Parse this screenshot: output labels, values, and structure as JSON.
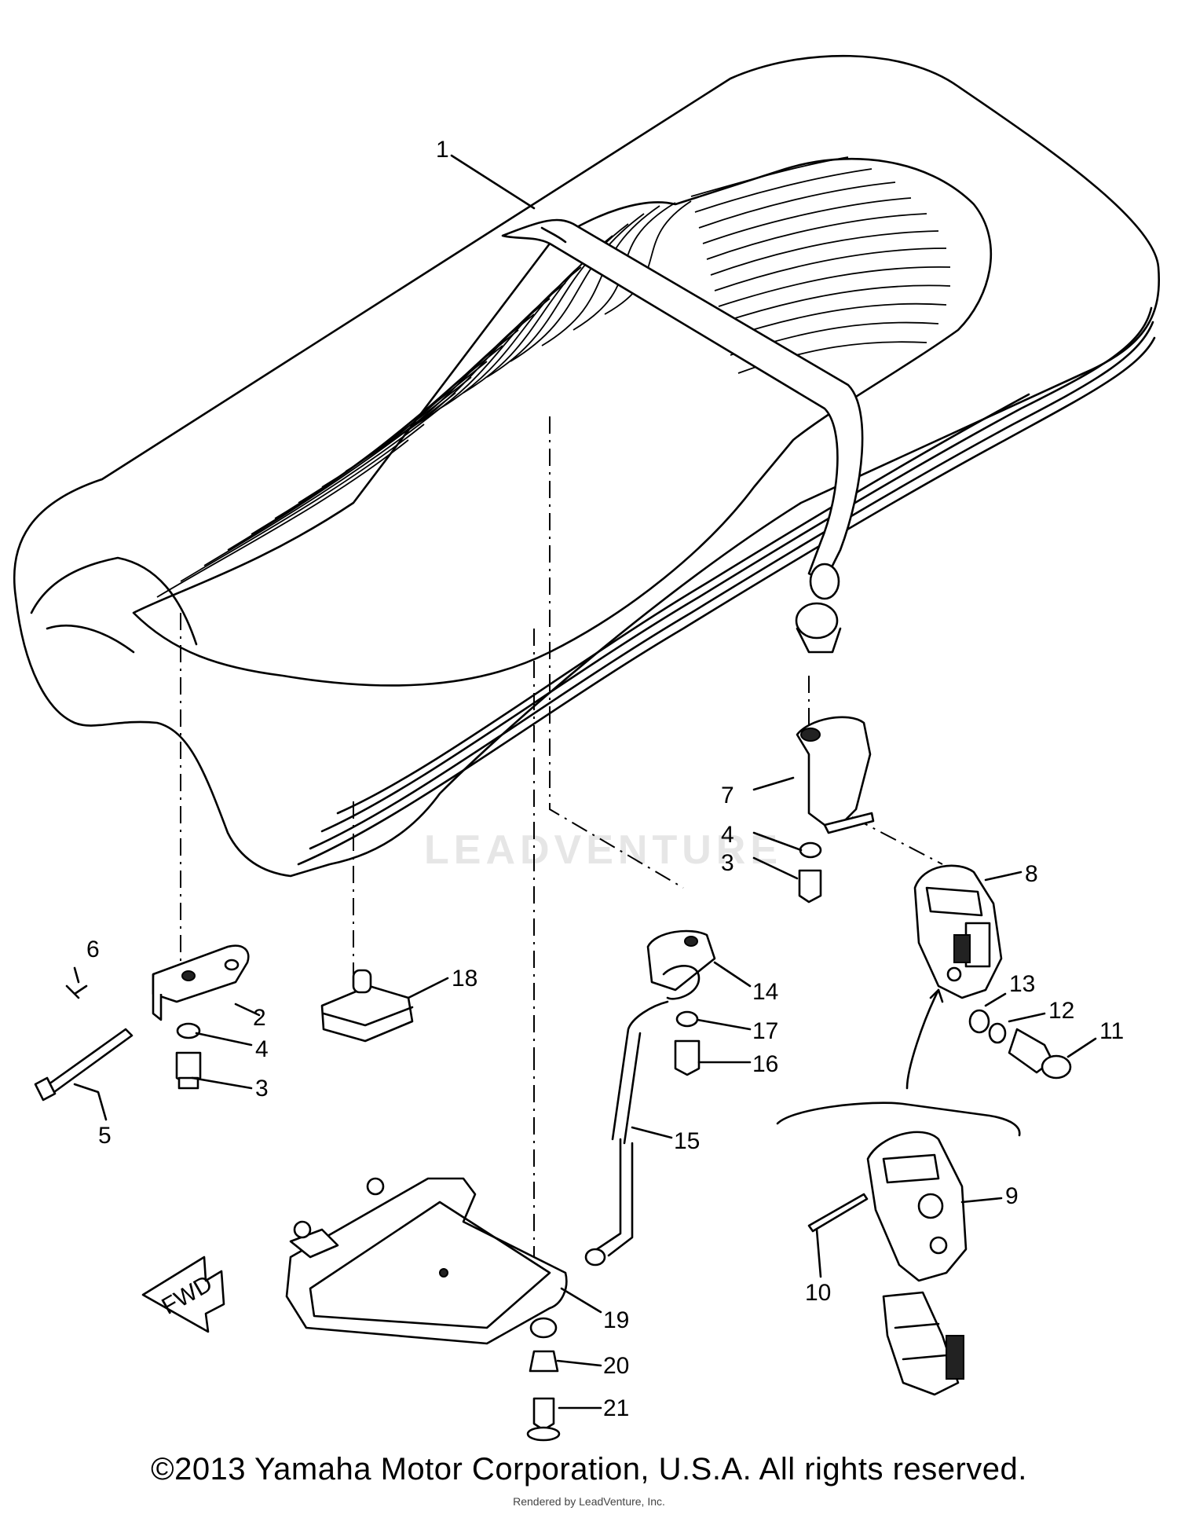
{
  "diagram": {
    "watermark": "LEADVENTURE",
    "fwd_label": "FWD",
    "callouts": [
      "1",
      "2",
      "3",
      "4",
      "5",
      "6",
      "7",
      "4",
      "3",
      "8",
      "13",
      "12",
      "11",
      "9",
      "10",
      "14",
      "17",
      "16",
      "15",
      "18",
      "19",
      "20",
      "21"
    ]
  },
  "footer": {
    "copyright": "©2013 Yamaha Motor Corporation, U.S.A. All rights reserved.",
    "rendered_by": "Rendered by LeadVenture, Inc."
  }
}
